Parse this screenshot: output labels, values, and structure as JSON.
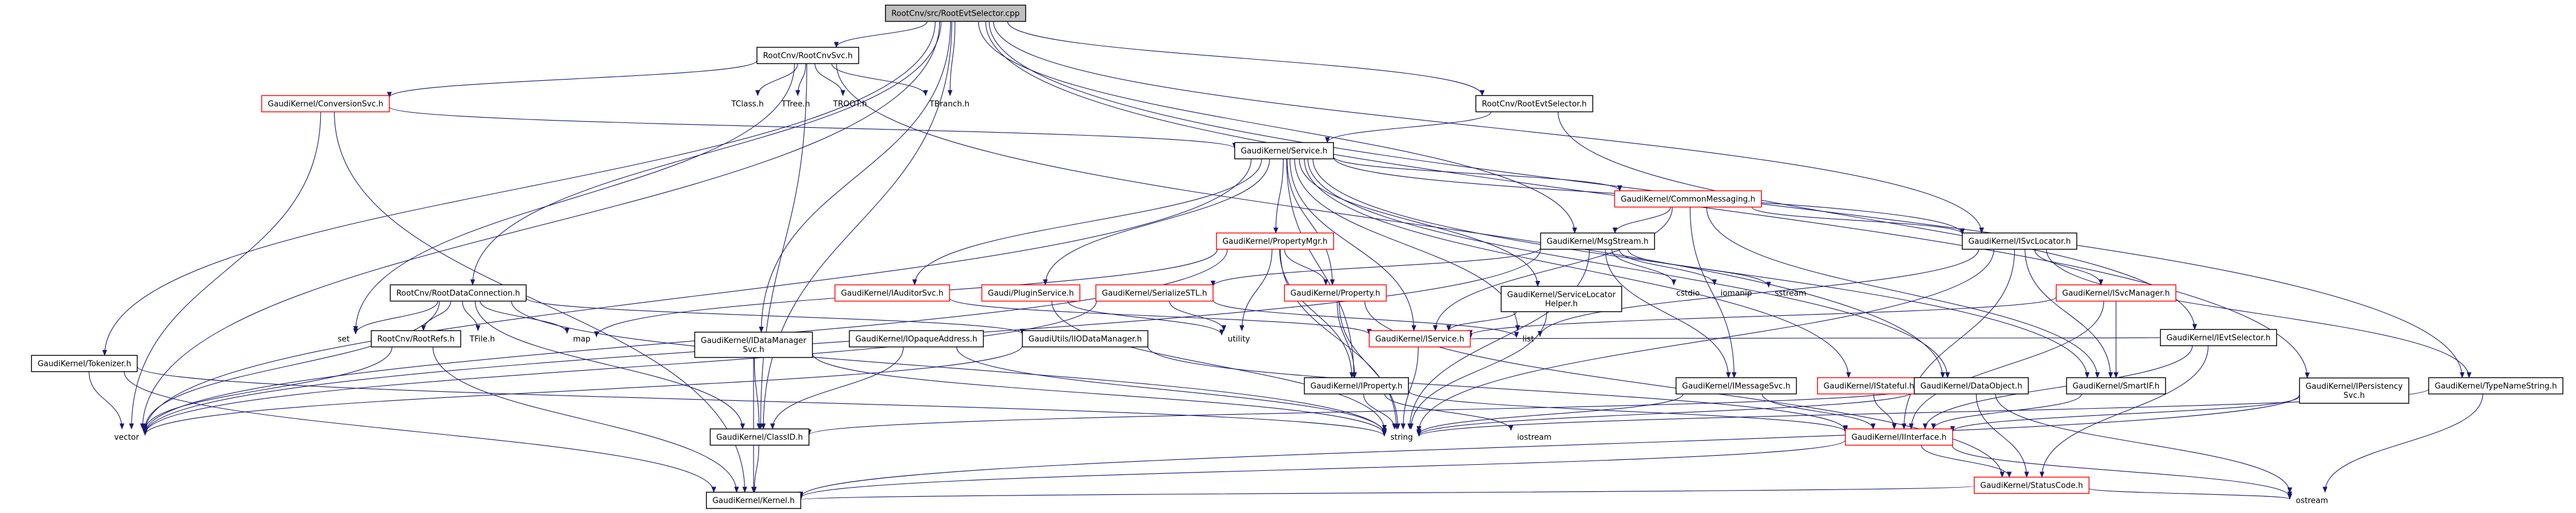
{
  "graph": {
    "colors": {
      "edge": "#191970",
      "root_fill": "#bfbfbf",
      "node_border": "#000000",
      "incomplete_border": "#ff0000",
      "node_fill": "#ffffff",
      "text": "#000000"
    },
    "nodes": [
      {
        "id": "root",
        "lines": [
          "RootCnv/src/RootEvtSelector.cpp"
        ],
        "style": "root"
      },
      {
        "id": "rootcnvsvc",
        "lines": [
          "RootCnv/RootCnvSvc.h"
        ],
        "style": "normal"
      },
      {
        "id": "conversionsvc",
        "lines": [
          "GaudiKernel/ConversionSvc.h"
        ],
        "style": "incomplete"
      },
      {
        "id": "tclass",
        "lines": [
          "TClass.h"
        ],
        "style": "none"
      },
      {
        "id": "ttree",
        "lines": [
          "TTree.h"
        ],
        "style": "none"
      },
      {
        "id": "troot",
        "lines": [
          "TROOT.h"
        ],
        "style": "none"
      },
      {
        "id": "tbranch",
        "lines": [
          "TBranch.h"
        ],
        "style": "none"
      },
      {
        "id": "rootevtselectorh",
        "lines": [
          "RootCnv/RootEvtSelector.h"
        ],
        "style": "normal"
      },
      {
        "id": "service",
        "lines": [
          "GaudiKernel/Service.h"
        ],
        "style": "normal"
      },
      {
        "id": "commonmessaging",
        "lines": [
          "GaudiKernel/CommonMessaging.h"
        ],
        "style": "incomplete"
      },
      {
        "id": "propertymgr",
        "lines": [
          "GaudiKernel/PropertyMgr.h"
        ],
        "style": "incomplete"
      },
      {
        "id": "msgstream",
        "lines": [
          "GaudiKernel/MsgStream.h"
        ],
        "style": "normal"
      },
      {
        "id": "isvclocator",
        "lines": [
          "GaudiKernel/ISvcLocator.h"
        ],
        "style": "normal"
      },
      {
        "id": "tokenizer",
        "lines": [
          "GaudiKernel/Tokenizer.h"
        ],
        "style": "normal"
      },
      {
        "id": "rootdataconnection",
        "lines": [
          "RootCnv/RootDataConnection.h"
        ],
        "style": "normal"
      },
      {
        "id": "auditorsvc",
        "lines": [
          "GaudiKernel/IAuditorSvc.h"
        ],
        "style": "incomplete"
      },
      {
        "id": "pluginservice",
        "lines": [
          "Gaudi/PluginService.h"
        ],
        "style": "incomplete"
      },
      {
        "id": "property",
        "lines": [
          "GaudiKernel/Property.h"
        ],
        "style": "incomplete"
      },
      {
        "id": "serializestl",
        "lines": [
          "GaudiKernel/SerializeSTL.h"
        ],
        "style": "incomplete"
      },
      {
        "id": "servicelocatorhelper",
        "lines": [
          "GaudiKernel/ServiceLocator",
          "Helper.h"
        ],
        "style": "normal"
      },
      {
        "id": "isvcmanager",
        "lines": [
          "GaudiKernel/ISvcManager.h"
        ],
        "style": "incomplete"
      },
      {
        "id": "ievtselector",
        "lines": [
          "GaudiKernel/IEvtSelector.h"
        ],
        "style": "normal"
      },
      {
        "id": "set",
        "lines": [
          "set"
        ],
        "style": "none"
      },
      {
        "id": "rootrefs",
        "lines": [
          "RootCnv/RootRefs.h"
        ],
        "style": "normal"
      },
      {
        "id": "tfile",
        "lines": [
          "TFile.h"
        ],
        "style": "none"
      },
      {
        "id": "map",
        "lines": [
          "map"
        ],
        "style": "none"
      },
      {
        "id": "idatamanagersvc",
        "lines": [
          "GaudiKernel/IDataManager",
          "Svc.h"
        ],
        "style": "normal"
      },
      {
        "id": "iopaqueaddress",
        "lines": [
          "GaudiKernel/IOpaqueAddress.h"
        ],
        "style": "normal"
      },
      {
        "id": "iiodatamanager",
        "lines": [
          "GaudiUtils/IIODataManager.h"
        ],
        "style": "normal"
      },
      {
        "id": "utility",
        "lines": [
          "utility"
        ],
        "style": "none"
      },
      {
        "id": "iservice",
        "lines": [
          "GaudiKernel/IService.h"
        ],
        "style": "incomplete"
      },
      {
        "id": "list",
        "lines": [
          "list"
        ],
        "style": "none"
      },
      {
        "id": "iproperty",
        "lines": [
          "GaudiKernel/IProperty.h"
        ],
        "style": "normal"
      },
      {
        "id": "cstdio",
        "lines": [
          "cstdio"
        ],
        "style": "none"
      },
      {
        "id": "iomanip",
        "lines": [
          "iomanip"
        ],
        "style": "none"
      },
      {
        "id": "sstream",
        "lines": [
          "sstream"
        ],
        "style": "none"
      },
      {
        "id": "imessagesvc",
        "lines": [
          "GaudiKernel/IMessageSvc.h"
        ],
        "style": "normal"
      },
      {
        "id": "istateful",
        "lines": [
          "GaudiKernel/IStateful.h"
        ],
        "style": "incomplete"
      },
      {
        "id": "dataobject",
        "lines": [
          "GaudiKernel/DataObject.h"
        ],
        "style": "normal"
      },
      {
        "id": "smartif",
        "lines": [
          "GaudiKernel/SmartIF.h"
        ],
        "style": "normal"
      },
      {
        "id": "ipersistencysvc",
        "lines": [
          "GaudiKernel/IPersistency",
          "Svc.h"
        ],
        "style": "normal"
      },
      {
        "id": "typenamestring",
        "lines": [
          "GaudiKernel/TypeNameString.h"
        ],
        "style": "normal"
      },
      {
        "id": "vector",
        "lines": [
          "vector"
        ],
        "style": "none"
      },
      {
        "id": "string",
        "lines": [
          "string"
        ],
        "style": "none"
      },
      {
        "id": "iostream",
        "lines": [
          "iostream"
        ],
        "style": "none"
      },
      {
        "id": "classid",
        "lines": [
          "GaudiKernel/ClassID.h"
        ],
        "style": "normal"
      },
      {
        "id": "iinterface",
        "lines": [
          "GaudiKernel/IInterface.h"
        ],
        "style": "incomplete"
      },
      {
        "id": "statuscode",
        "lines": [
          "GaudiKernel/StatusCode.h"
        ],
        "style": "incomplete"
      },
      {
        "id": "ostream",
        "lines": [
          "ostream"
        ],
        "style": "none"
      },
      {
        "id": "kernel",
        "lines": [
          "GaudiKernel/Kernel.h"
        ],
        "style": "normal"
      }
    ],
    "edges": [
      [
        "root",
        "rootcnvsvc"
      ],
      [
        "root",
        "rootevtselectorh"
      ],
      [
        "root",
        "rootdataconnection"
      ],
      [
        "root",
        "tokenizer"
      ],
      [
        "root",
        "vector"
      ],
      [
        "root",
        "tbranch"
      ],
      [
        "root",
        "idatamanagersvc"
      ],
      [
        "root",
        "msgstream"
      ],
      [
        "root",
        "isvclocator"
      ],
      [
        "root",
        "ipersistencysvc"
      ],
      [
        "root",
        "typenamestring"
      ],
      [
        "root",
        "classid"
      ],
      [
        "rootcnvsvc",
        "conversionsvc"
      ],
      [
        "rootcnvsvc",
        "tclass"
      ],
      [
        "rootcnvsvc",
        "ttree"
      ],
      [
        "rootcnvsvc",
        "troot"
      ],
      [
        "rootcnvsvc",
        "tbranch"
      ],
      [
        "rootcnvsvc",
        "set"
      ],
      [
        "rootcnvsvc",
        "classid"
      ],
      [
        "rootcnvsvc",
        "dataobject"
      ],
      [
        "conversionsvc",
        "service"
      ],
      [
        "conversionsvc",
        "vector"
      ],
      [
        "conversionsvc",
        "kernel"
      ],
      [
        "rootevtselectorh",
        "service"
      ],
      [
        "rootevtselectorh",
        "ievtselector"
      ],
      [
        "service",
        "commonmessaging"
      ],
      [
        "service",
        "propertymgr"
      ],
      [
        "service",
        "isvclocator"
      ],
      [
        "service",
        "auditorsvc"
      ],
      [
        "service",
        "pluginservice"
      ],
      [
        "service",
        "property"
      ],
      [
        "service",
        "servicelocatorhelper"
      ],
      [
        "service",
        "iservice"
      ],
      [
        "service",
        "iproperty"
      ],
      [
        "service",
        "istateful"
      ],
      [
        "service",
        "dataobject"
      ],
      [
        "service",
        "smartif"
      ],
      [
        "service",
        "vector"
      ],
      [
        "service",
        "list"
      ],
      [
        "commonmessaging",
        "msgstream"
      ],
      [
        "commonmessaging",
        "isvclocator"
      ],
      [
        "commonmessaging",
        "imessagesvc"
      ],
      [
        "commonmessaging",
        "iservice"
      ],
      [
        "commonmessaging",
        "smartif"
      ],
      [
        "propertymgr",
        "property"
      ],
      [
        "propertymgr",
        "iproperty"
      ],
      [
        "propertymgr",
        "vector"
      ],
      [
        "propertymgr",
        "map"
      ],
      [
        "propertymgr",
        "string"
      ],
      [
        "propertymgr",
        "utility"
      ],
      [
        "msgstream",
        "serializestl"
      ],
      [
        "msgstream",
        "imessagesvc"
      ],
      [
        "msgstream",
        "cstdio"
      ],
      [
        "msgstream",
        "iomanip"
      ],
      [
        "msgstream",
        "sstream"
      ],
      [
        "msgstream",
        "string"
      ],
      [
        "msgstream",
        "vector"
      ],
      [
        "isvclocator",
        "isvcmanager"
      ],
      [
        "isvclocator",
        "smartif"
      ],
      [
        "isvclocator",
        "typenamestring"
      ],
      [
        "isvclocator",
        "iinterface"
      ],
      [
        "isvclocator",
        "string"
      ],
      [
        "isvclocator",
        "list"
      ],
      [
        "tokenizer",
        "vector"
      ],
      [
        "tokenizer",
        "string"
      ],
      [
        "tokenizer",
        "kernel"
      ],
      [
        "rootdataconnection",
        "rootrefs"
      ],
      [
        "rootdataconnection",
        "tfile"
      ],
      [
        "rootdataconnection",
        "set"
      ],
      [
        "rootdataconnection",
        "map"
      ],
      [
        "rootdataconnection",
        "vector"
      ],
      [
        "rootdataconnection",
        "classid"
      ],
      [
        "rootdataconnection",
        "iiodatamanager"
      ],
      [
        "rootdataconnection",
        "string"
      ],
      [
        "auditorsvc",
        "iservice"
      ],
      [
        "pluginservice",
        "utility"
      ],
      [
        "pluginservice",
        "string"
      ],
      [
        "property",
        "iproperty"
      ],
      [
        "property",
        "string"
      ],
      [
        "property",
        "statuscode"
      ],
      [
        "serializestl",
        "vector"
      ],
      [
        "serializestl",
        "list"
      ],
      [
        "serializestl",
        "utility"
      ],
      [
        "servicelocatorhelper",
        "iservice"
      ],
      [
        "servicelocatorhelper",
        "string"
      ],
      [
        "isvcmanager",
        "smartif"
      ],
      [
        "isvcmanager",
        "iinterface"
      ],
      [
        "isvcmanager",
        "iservice"
      ],
      [
        "ievtselector",
        "iinterface"
      ],
      [
        "ievtselector",
        "statuscode"
      ],
      [
        "ievtselector",
        "iservice"
      ],
      [
        "rootrefs",
        "vector"
      ],
      [
        "rootrefs",
        "kernel"
      ],
      [
        "idatamanagersvc",
        "classid"
      ],
      [
        "idatamanagersvc",
        "string"
      ],
      [
        "idatamanagersvc",
        "kernel"
      ],
      [
        "iopaqueaddress",
        "classid"
      ],
      [
        "iopaqueaddress",
        "string"
      ],
      [
        "iiodatamanager",
        "iinterface"
      ],
      [
        "iiodatamanager",
        "vector"
      ],
      [
        "iservice",
        "string"
      ],
      [
        "iproperty",
        "string"
      ],
      [
        "iproperty",
        "iinterface"
      ],
      [
        "iproperty",
        "iostream"
      ],
      [
        "imessagesvc",
        "iinterface"
      ],
      [
        "imessagesvc",
        "string"
      ],
      [
        "istateful",
        "iinterface"
      ],
      [
        "dataobject",
        "classid"
      ],
      [
        "dataobject",
        "statuscode"
      ],
      [
        "dataobject",
        "string"
      ],
      [
        "dataobject",
        "ostream"
      ],
      [
        "smartif",
        "iinterface"
      ],
      [
        "ipersistencysvc",
        "iinterface"
      ],
      [
        "ipersistencysvc",
        "kernel"
      ],
      [
        "typenamestring",
        "string"
      ],
      [
        "typenamestring",
        "ostream"
      ],
      [
        "classid",
        "kernel"
      ],
      [
        "iinterface",
        "kernel"
      ],
      [
        "iinterface",
        "statuscode"
      ],
      [
        "iinterface",
        "ostream"
      ],
      [
        "statuscode",
        "kernel"
      ],
      [
        "statuscode",
        "ostream"
      ]
    ]
  }
}
